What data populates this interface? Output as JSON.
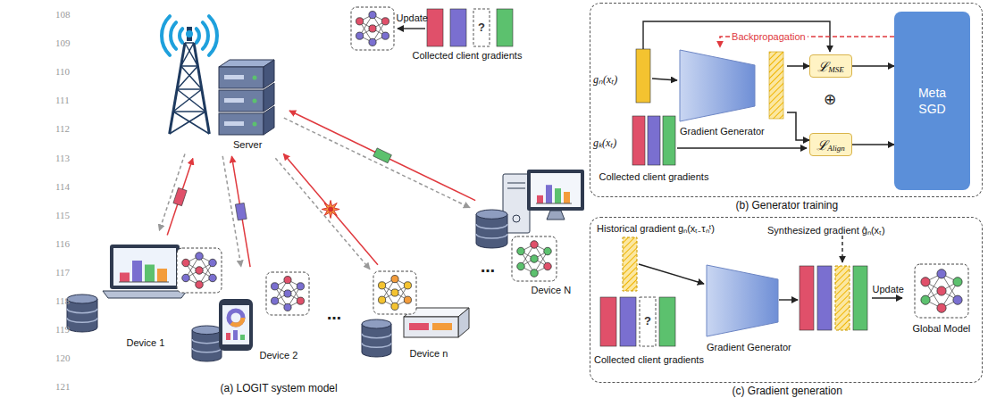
{
  "diagram": {
    "nodes": [
      {
        "text": [
          "Server"
        ]
      },
      {
        "text": [
          "Device 1"
        ]
      },
      {
        "text": [
          "Device 2"
        ]
      },
      {
        "text": [
          "Device n"
        ]
      },
      {
        "text": [
          "Device N"
        ]
      },
      {
        "text": [
          "(b) Generator training"
        ]
      },
      {
        "text": [
          "Gradient Generator"
        ],
        "in": 5
      },
      {
        "text": [
          "ℒ",
          "MSE"
        ],
        "in": 5
      },
      {
        "text": [
          "ℒ",
          "Align"
        ],
        "in": 5
      },
      {
        "text": [
          "Meta SGD"
        ],
        "in": 5
      },
      {
        "text": [
          "(c) Gradient generation"
        ]
      },
      {
        "text": [
          "Gradient Generator"
        ],
        "in": 10
      },
      {
        "text": [
          "Global Model"
        ],
        "in": 10
      }
    ],
    "edges": [
      {
        "from": 1,
        "to": 0,
        "arrow": "to"
      },
      {
        "from": 0,
        "to": 1,
        "arrow": "to"
      },
      {
        "from": 2,
        "to": 0,
        "arrow": "to"
      },
      {
        "from": 0,
        "to": 2,
        "arrow": "to"
      },
      {
        "from": 3,
        "to": 0,
        "arrow": "to"
      },
      {
        "from": 0,
        "to": 3,
        "arrow": "to"
      },
      {
        "from": 4,
        "to": 0,
        "arrow": "to"
      },
      {
        "from": 0,
        "to": 4,
        "arrow": "to"
      },
      {
        "from": 6,
        "to": 7,
        "arrow": "to"
      },
      {
        "from": 6,
        "to": 8,
        "arrow": "to"
      },
      {
        "from": 7,
        "to": 9,
        "arrow": "to"
      },
      {
        "from": 8,
        "to": 9,
        "arrow": "to"
      },
      {
        "from": 9,
        "to": 6,
        "label": "Backpropagation",
        "arrow": "to"
      }
    ],
    "labels": [
      "108",
      "109",
      "110",
      "111",
      "112",
      "113",
      "114",
      "115",
      "116",
      "117",
      "118",
      "119",
      "120",
      "121",
      "Update",
      "Collected client gradients",
      "?",
      "…",
      "…",
      "(a) LOGIT system model",
      "gₙ(xₜ)",
      "gₖ(xₜ)",
      "Collected client gradients",
      "⊕",
      "Historical gradient gₙ(xₜ₋τₙᵗ)",
      "?",
      "Collected client gradients",
      "Synthesized gradient ĝₙ(xₜ)",
      "Update"
    ]
  }
}
